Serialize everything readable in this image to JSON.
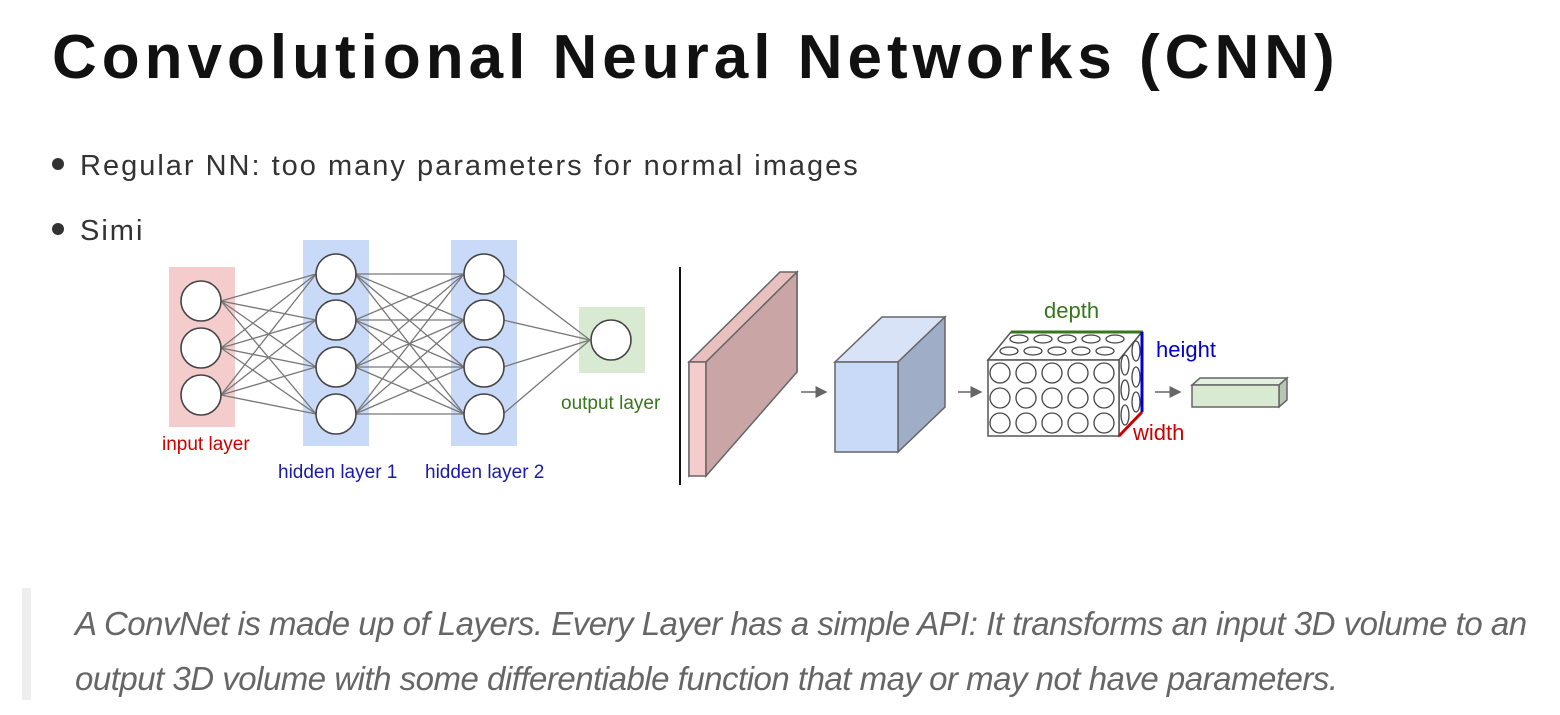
{
  "title": "Convolutional Neural Networks (CNN)",
  "bullets": [
    "Regular NN: too many parameters for normal images",
    "Simi"
  ],
  "diagram": {
    "labels": {
      "input_layer": "input layer",
      "hidden_layer_1": "hidden layer 1",
      "hidden_layer_2": "hidden layer 2",
      "output_layer": "output layer",
      "depth": "depth",
      "height": "height",
      "width": "width"
    },
    "colors": {
      "input": "#f4cccc",
      "hidden": "#c9daf8",
      "output": "#d9ead3",
      "input_text": "#cc0000",
      "hidden_text": "#1a1aaa",
      "output_text": "#38761d",
      "depth": "#38761d",
      "height": "#0000cc",
      "width": "#cc0000"
    }
  },
  "quote": "A ConvNet is made up of Layers. Every Layer has a simple API: It transforms an input 3D volume to an output 3D volume with some differentiable function that may or may not have parameters."
}
